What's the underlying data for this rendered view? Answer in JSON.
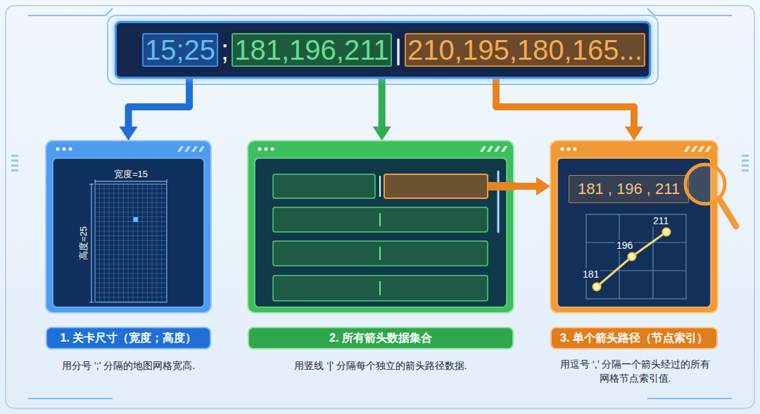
{
  "diagram": {
    "nodes": [
      {
        "text": [
          ";",
          "|"
        ]
      },
      {
        "text": [
          "15;25"
        ],
        "in": 0
      },
      {
        "text": [
          "181,196,211"
        ],
        "in": 0
      },
      {
        "text": [
          "210,195,180,165..."
        ],
        "in": 0
      },
      {
        "text": [
          "1. 关卡尺寸（宽度；高度）",
          "宽度=15",
          "高度=25"
        ]
      },
      {
        "text": [
          "2. 所有箭头数据集合"
        ]
      },
      {
        "text": [
          "3. 单个箭头路径（节点索引）",
          "181 , 196 , 211",
          "181",
          "196",
          "211"
        ]
      }
    ],
    "edges": [
      {
        "from": 1,
        "to": 4,
        "arrow": "to"
      },
      {
        "from": 2,
        "to": 5,
        "arrow": "to"
      },
      {
        "from": 3,
        "to": 6,
        "arrow": "to"
      },
      {
        "from": 5,
        "to": 6,
        "arrow": "to"
      }
    ],
    "labels": [
      "用分号 ‘;’ 分隔的地图网格宽高.",
      "用竖线 ‘|’ 分隔每个独立的箭头路径数据.",
      "用逗号 ‘,’ 分隔一个箭头经过的所有网格节点索引值."
    ]
  }
}
